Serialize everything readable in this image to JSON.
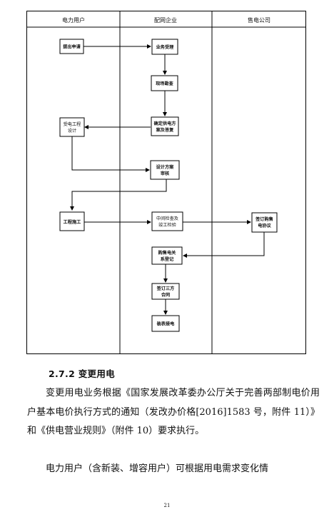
{
  "flowchart": {
    "lanes": [
      "电力用户",
      "配网企业",
      "售电公司"
    ],
    "boxes": {
      "apply": "提出申请",
      "accept": "业务受理",
      "survey": "现场勘查",
      "plan": [
        "确定供电方",
        "案及答复"
      ],
      "design": [
        "受电工程",
        "设计"
      ],
      "review": [
        "设计方案",
        "审核"
      ],
      "construct": "工程施工",
      "inspect": [
        "中间检查及",
        "竣工检验"
      ],
      "contract_sale": [
        "签订购售",
        "电协议"
      ],
      "register": [
        "购售电关",
        "系登记"
      ],
      "tripartite": [
        "签订三方",
        "合同"
      ],
      "connect": "装表接电"
    }
  },
  "section": {
    "heading": "2.7.2  变更用电",
    "paragraph1": "变更用电业务根据《国家发展改革委办公厅关于完善两部制电价用户基本电价执行方式的通知（发改办价格[2016]1583 号，附件 11）》和《供电营业规则》（附件 10）要求执行。",
    "paragraph2": "电力用户（含新装、增容用户）可根据用电需求变化情"
  },
  "page_number": "21"
}
